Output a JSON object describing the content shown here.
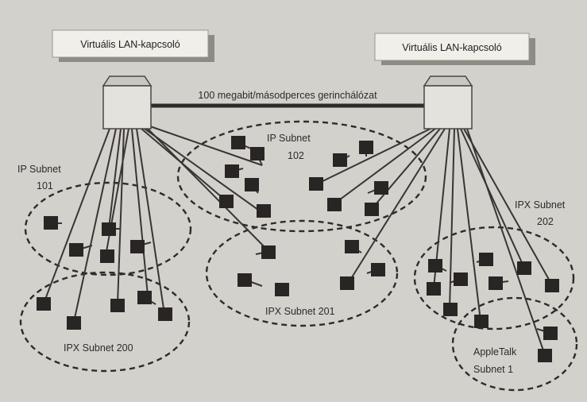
{
  "switches": [
    {
      "label": "Virtuális LAN-kapcsoló"
    },
    {
      "label": "Virtuális LAN-kapcsoló"
    }
  ],
  "backbone_label": "100 megabit/másodperces gerinchálózat",
  "subnets": {
    "ip101": [
      "IP Subnet",
      "101"
    ],
    "ip102": [
      "IP Subnet",
      "102"
    ],
    "ipx200": [
      "IPX Subnet 200"
    ],
    "ipx201": [
      "IPX Subnet 201"
    ],
    "ipx202": [
      "IPX Subnet",
      "202"
    ],
    "appletalk": [
      "AppleTalk",
      "Subnet 1"
    ]
  },
  "colors": {
    "background": "#d3d1cb",
    "label_box": "#f1efe9",
    "switch_body": "#e4e2dc",
    "node": "#2a2525",
    "line": "#3a3535"
  }
}
